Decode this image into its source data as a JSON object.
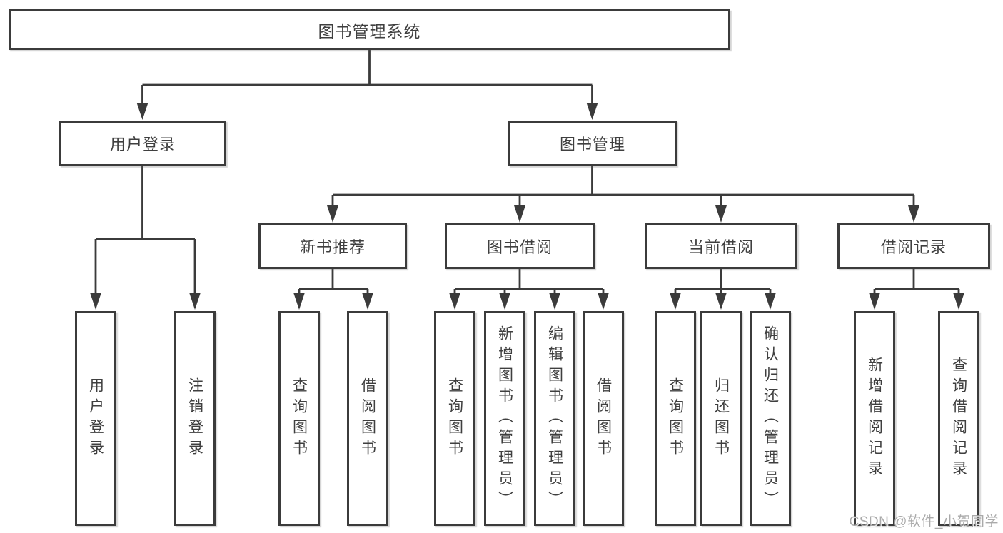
{
  "diagram": {
    "root": {
      "label": "图书管理系统"
    },
    "level2": {
      "user_login": {
        "label": "用户登录"
      },
      "book_management": {
        "label": "图书管理"
      }
    },
    "level3": {
      "new_book_recommend": {
        "label": "新书推荐"
      },
      "book_borrow": {
        "label": "图书借阅"
      },
      "current_borrow": {
        "label": "当前借阅"
      },
      "borrow_records": {
        "label": "借阅记录"
      }
    },
    "leaves": {
      "user_login": [
        "用户登录",
        "注销登录"
      ],
      "new_book_recommend": [
        "查询图书",
        "借阅图书"
      ],
      "book_borrow": [
        "查询图书",
        "新增图书（管理员）",
        "编辑图书（管理员）",
        "借阅图书"
      ],
      "current_borrow": [
        "查询图书",
        "归还图书",
        "确认归还（管理员）"
      ],
      "borrow_records": [
        "新增借阅记录",
        "查询借阅记录"
      ]
    }
  },
  "watermark": "CSDN @软件_小贺同学",
  "colors": {
    "line": "#3b3b3b",
    "box_border": "#3b3b3b",
    "text": "#3f3f3f",
    "background": "#ffffff",
    "watermark": "#9e9e9e"
  }
}
